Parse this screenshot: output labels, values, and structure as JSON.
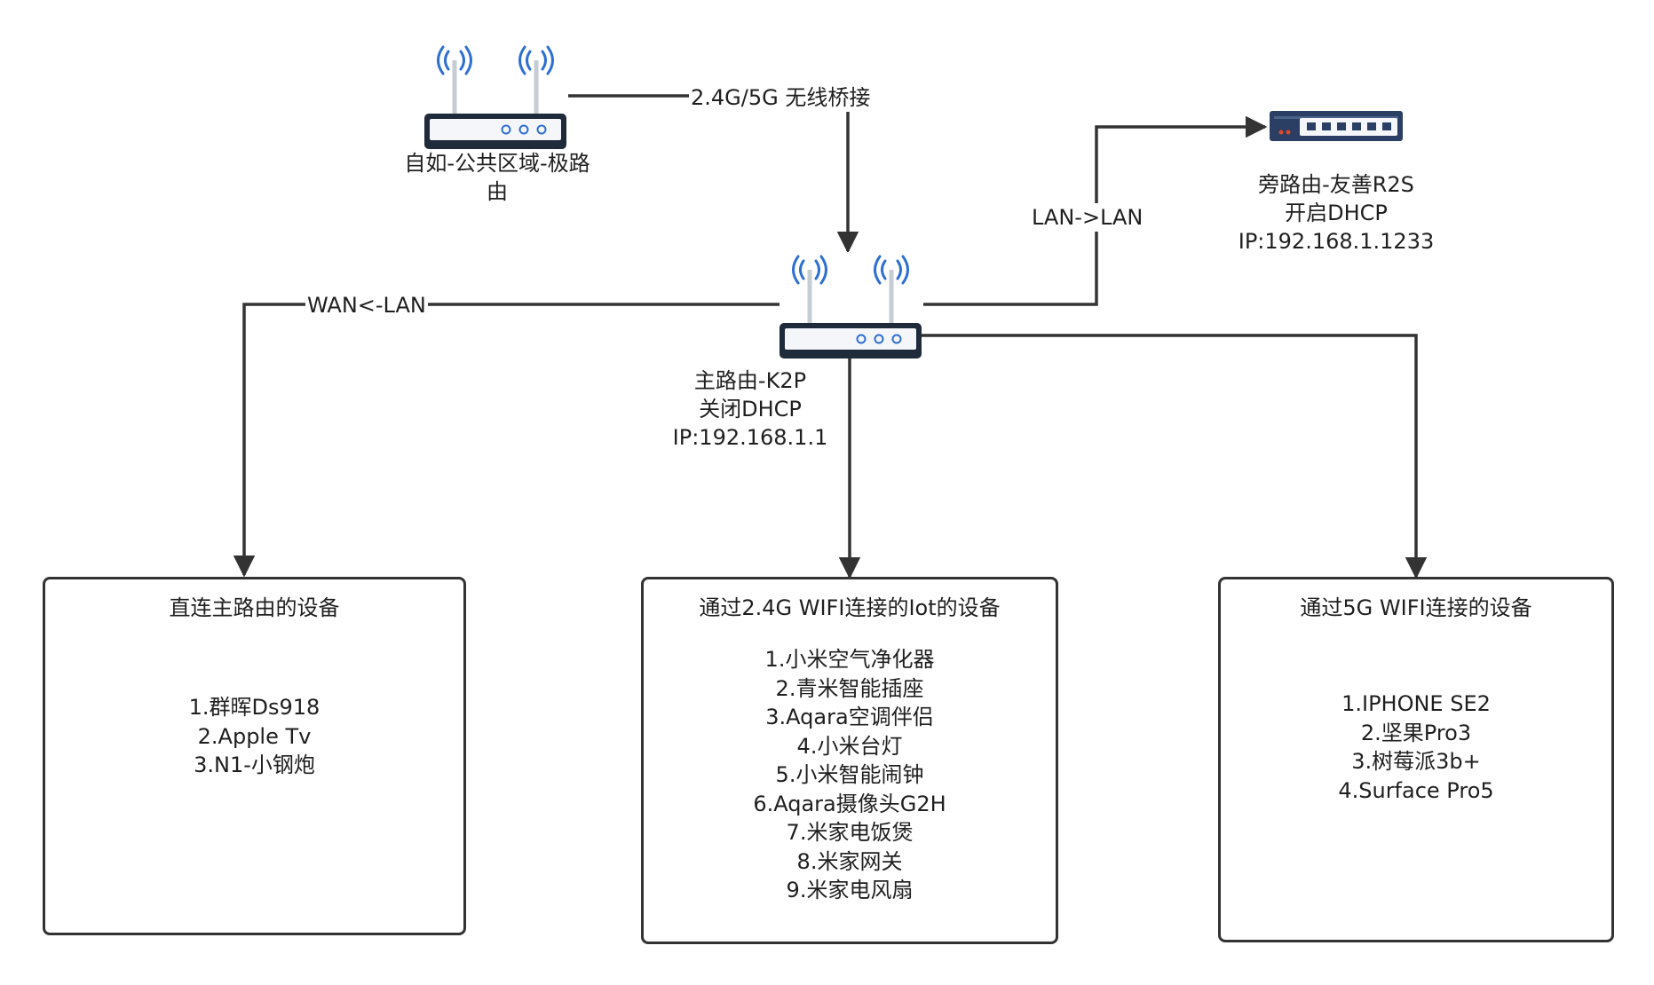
{
  "nodes": {
    "upstream_router": {
      "label": "自如-公共区域-极路由",
      "label_line1": "自如-公共区域-极路",
      "label_line2": "由"
    },
    "main_router": {
      "name": "主路由-K2P",
      "dhcp": "关闭DHCP",
      "ip": "IP:192.168.1.1"
    },
    "bypass_router": {
      "name": "旁路由-友善R2S",
      "dhcp": "开启DHCP",
      "ip": "IP:192.168.1.1233"
    }
  },
  "edges": {
    "wireless_bridge": "2.4G/5G 无线桥接",
    "lan_to_lan": "LAN->LAN",
    "wan_from_lan": "WAN<-LAN"
  },
  "groups": [
    {
      "title": "直连主路由的设备",
      "items": [
        "1.群晖Ds918",
        "2.Apple Tv",
        "3.N1-小钢炮"
      ]
    },
    {
      "title": "通过2.4G WIFI连接的Iot的设备",
      "items": [
        "1.小米空气净化器",
        "2.青米智能插座",
        "3.Aqara空调伴侣",
        "4.小米台灯",
        "5.小米智能闹钟",
        "6.Aqara摄像头G2H",
        "7.米家电饭煲",
        "8.米家网关",
        "9.米家电风扇"
      ]
    },
    {
      "title": "通过5G WIFI连接的设备",
      "items": [
        "1.IPHONE SE2",
        "2.坚果Pro3",
        "3.树莓派3b+",
        "4.Surface Pro5"
      ]
    }
  ],
  "colors": {
    "line": "#333333",
    "router_body": "#1f2a3a",
    "router_face": "#f4f6fa",
    "wifi_signal": "#2f6fcf",
    "switch_body": "#2a3f63",
    "switch_face": "#f4f6fa",
    "switch_led": "#e0482b"
  },
  "icons": [
    "router-icon",
    "router-icon",
    "network-switch-icon"
  ]
}
